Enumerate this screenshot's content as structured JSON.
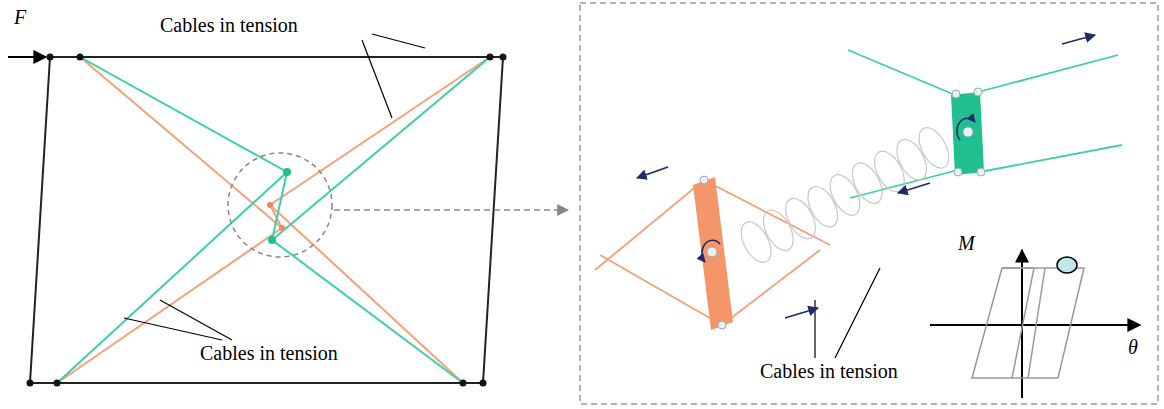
{
  "diagram": {
    "labels": [
      "F",
      "Cables in tension",
      "Cables in tension",
      "Cables in tension",
      "M",
      "θ"
    ]
  }
}
